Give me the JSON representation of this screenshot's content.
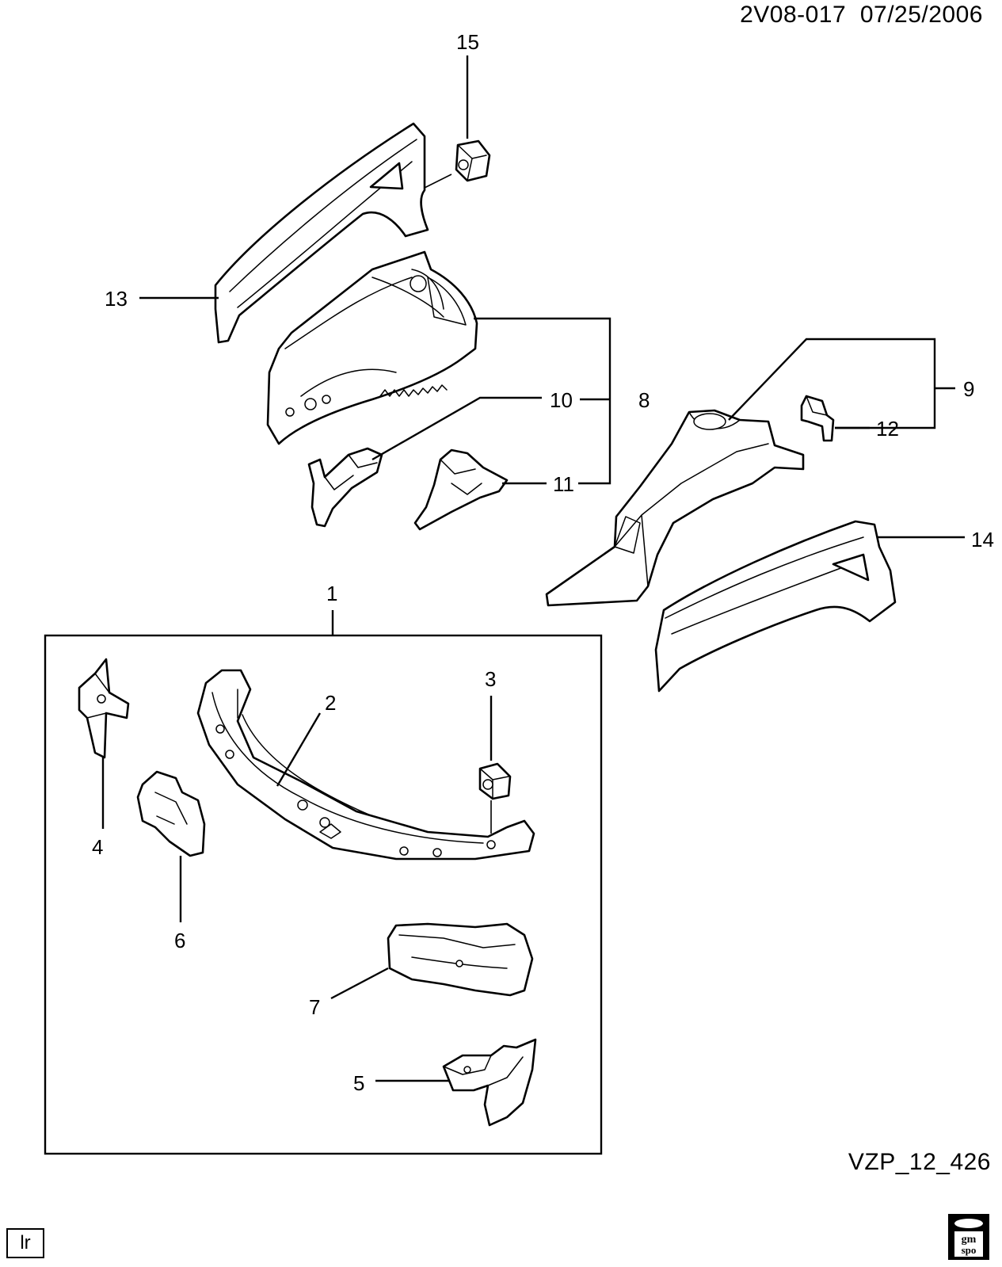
{
  "header": {
    "code": "2V08-017",
    "date": "07/25/2006"
  },
  "footer": {
    "reference": "VZP_12_426",
    "corner_label": "lr",
    "logo_text_top": "gm",
    "logo_text_bottom": "spo"
  },
  "callouts": {
    "c1": "1",
    "c2": "2",
    "c3": "3",
    "c4": "4",
    "c5": "5",
    "c6": "6",
    "c7": "7",
    "c8": "8",
    "c9": "9",
    "c10": "10",
    "c11": "11",
    "c12": "12",
    "c13": "13",
    "c14": "14",
    "c15": "15"
  },
  "colors": {
    "line": "#000000",
    "background": "#ffffff"
  }
}
